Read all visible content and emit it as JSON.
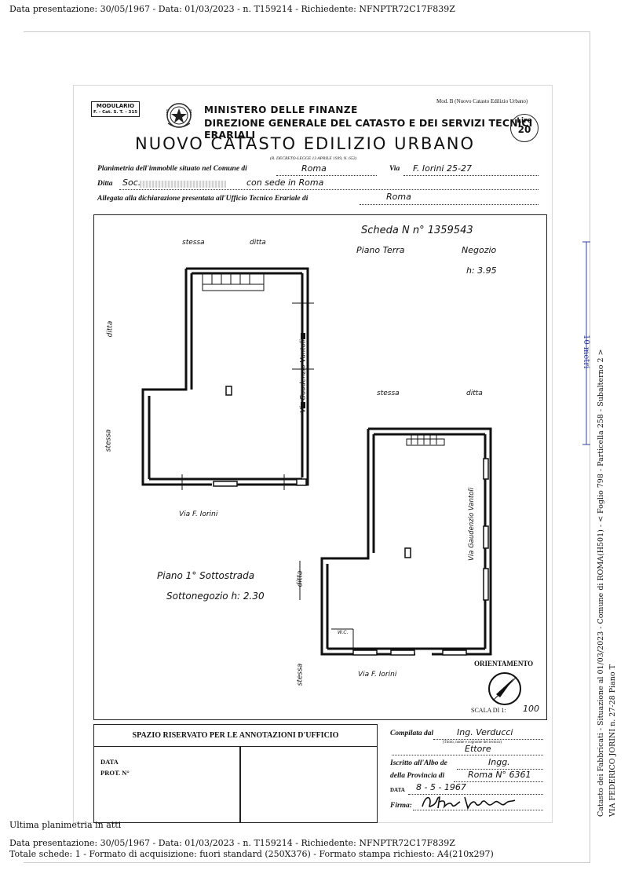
{
  "header": {
    "top_line": "Data presentazione: 30/05/1967 - Data: 01/03/2023 - n. T159214 - Richiedente: NFNPTR72C17F839Z"
  },
  "form": {
    "modulario_title": "MODULARIO",
    "modulario_code": "F. - Cat. S. T. - 315",
    "ministry": "MINISTERO DELLE FINANZE",
    "direzione": "DIREZIONE GENERALE DEL CATASTO E DEI SERVIZI TECNICI ERARIALI",
    "mod_b": "Mod. B (Nuovo Catasto Edilizio Urbano)",
    "lire_label": "Lire",
    "lire_value": "20",
    "title": "NUOVO CATASTO EDILIZIO URBANO",
    "decree": "(R. DECRETO-LEGGE 13 APRILE 1939, N. 652)",
    "planimetria_label": "Planimetria dell'immobile situato nel Comune di",
    "comune_value": "Roma",
    "via_label": "Via",
    "via_value": "F. Iorini  25-27",
    "ditta_label": "Ditta",
    "ditta_value": "Soc.",
    "ditta_sede": "con sede in Roma",
    "allegata_label": "Allegata alla dichiarazione presentata all'Ufficio Tecnico Erariale di",
    "allegata_value": "Roma"
  },
  "plan": {
    "scheda": "Scheda  N  n° 1359543",
    "piano_terra": "Piano  Terra",
    "negozio": "Negozio",
    "h_terra": "h: 3.95",
    "stessa_1": "stessa",
    "ditta_1": "ditta",
    "ditta_side_1": "ditta",
    "stessa_side_1": "stessa",
    "via_gaudenzio_1": "Via  Gaudenzio  Vantoli",
    "stessa_2": "stessa",
    "ditta_2": "ditta",
    "via_iorini_1": "Via   F.   Iorini",
    "piano_sotto": "Piano  1° Sottostrada",
    "sottonegozio": "Sottonegozio   h: 2.30",
    "ditta_side_2": "ditta",
    "stessa_side_2": "stessa",
    "wc": "W.C.",
    "via_gaudenzio_2": "Via  Gaudenzio  Vantoli",
    "via_iorini_2": "Via   F.   Iorini",
    "orientamento": "ORIENTAMENTO",
    "scala_label": "SCALA DI 1:",
    "scala_value": "100"
  },
  "office": {
    "spazio": "SPAZIO RISERVATO PER LE ANNOTAZIONI D'UFFICIO",
    "data_label": "DATA",
    "prot_label": "PROT. N°",
    "compilata_label": "Compilata dal",
    "compilata_value": "Ing. Verducci",
    "titolo_note": "(Titolo, nome e cognome del tecnico)",
    "nome_value": "Ettore",
    "iscritto_label": "Iscritto all'Albo de",
    "iscritto_value": "Ingg.",
    "provincia_label": "della Provincia di",
    "provincia_value": "Roma  N° 6361",
    "data_compilazione_label": "DATA",
    "data_compilazione_value": "8 - 5 - 1967",
    "firma_label": "Firma:",
    "firma_value": "Ettore Verducci"
  },
  "side": {
    "scale_label": "10 metri",
    "vertical_line1": "Catasto dei Fabbricati - Situazione al 01/03/2023 - Comune di ROMA(H501) - < Foglio 798 - Particella 258 - Subalterno 2 >",
    "vertical_line2": "VIA FEDERICO JORINI n. 27-28 Piano T"
  },
  "footer": {
    "ultima": "Ultima planimetria in atti",
    "line1": "Data presentazione: 30/05/1967 - Data: 01/03/2023 - n. T159214 - Richiedente: NFNPTR72C17F839Z",
    "line2": "Totale schede: 1 - Formato di acquisizione: fuori standard (250X376) - Formato stampa richiesto: A4(210x297)"
  }
}
